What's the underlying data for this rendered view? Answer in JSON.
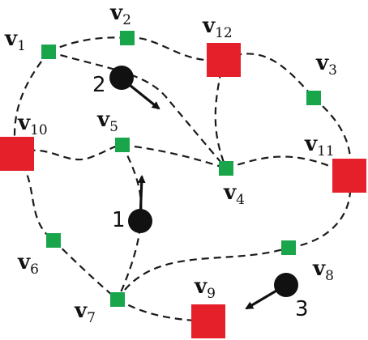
{
  "colors": {
    "small_vertex": "#19a64a",
    "large_vertex": "#e5202a",
    "robot": "#111111",
    "edge": "#1a1a1a"
  },
  "vertices": [
    {
      "id": "v1",
      "base": "v",
      "sub": "1",
      "kind": "small"
    },
    {
      "id": "v2",
      "base": "v",
      "sub": "2",
      "kind": "small"
    },
    {
      "id": "v3",
      "base": "v",
      "sub": "3",
      "kind": "small"
    },
    {
      "id": "v4",
      "base": "v",
      "sub": "4",
      "kind": "small"
    },
    {
      "id": "v5",
      "base": "v",
      "sub": "5",
      "kind": "small"
    },
    {
      "id": "v6",
      "base": "v",
      "sub": "6",
      "kind": "small"
    },
    {
      "id": "v7",
      "base": "v",
      "sub": "7",
      "kind": "small"
    },
    {
      "id": "v8",
      "base": "v",
      "sub": "8",
      "kind": "small"
    },
    {
      "id": "v9",
      "base": "v",
      "sub": "9",
      "kind": "large"
    },
    {
      "id": "v10",
      "base": "v",
      "sub": "10",
      "kind": "large"
    },
    {
      "id": "v11",
      "base": "v",
      "sub": "11",
      "kind": "large"
    },
    {
      "id": "v12",
      "base": "v",
      "sub": "12",
      "kind": "large"
    }
  ],
  "edges": [
    [
      "v1",
      "v2"
    ],
    [
      "v2",
      "v12"
    ],
    [
      "v12",
      "v3"
    ],
    [
      "v3",
      "v11"
    ],
    [
      "v12",
      "v4"
    ],
    [
      "v1",
      "v4"
    ],
    [
      "v5",
      "v4"
    ],
    [
      "v4",
      "v11"
    ],
    [
      "v1",
      "v10"
    ],
    [
      "v10",
      "v5"
    ],
    [
      "v5",
      "v7"
    ],
    [
      "v10",
      "v6"
    ],
    [
      "v6",
      "v7"
    ],
    [
      "v7",
      "v8"
    ],
    [
      "v8",
      "v11"
    ],
    [
      "v7",
      "v9"
    ]
  ],
  "robots": [
    {
      "label": "1"
    },
    {
      "label": "2"
    },
    {
      "label": "3"
    }
  ]
}
